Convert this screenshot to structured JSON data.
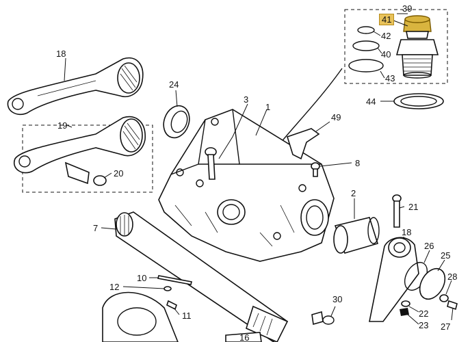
{
  "highlight_color": "#e8c25a",
  "callouts": {
    "c1": "1",
    "c2": "2",
    "c3": "3",
    "c7": "7",
    "c8": "8",
    "c10": "10",
    "c11": "11",
    "c12": "12",
    "c16": "16",
    "c18a": "18",
    "c18b": "18",
    "c19": "19",
    "c20": "20",
    "c21": "21",
    "c22": "22",
    "c23": "23",
    "c24": "24",
    "c25": "25",
    "c26": "26",
    "c27": "27",
    "c28": "28",
    "c30": "30",
    "c39": "39",
    "c40": "40",
    "c41": "41",
    "c42": "42",
    "c43": "43",
    "c44": "44",
    "c49": "49"
  }
}
